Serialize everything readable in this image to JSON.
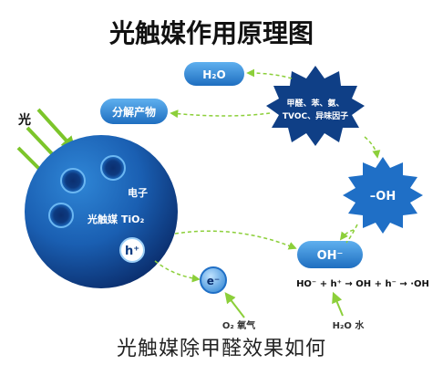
{
  "title": "光触媒作用原理图",
  "light_label": "光",
  "nodes": {
    "h2o_top": "H₂O",
    "decompose": "分解产物",
    "pollutants_line1": "甲醛、苯、氨、",
    "pollutants_line2": "TVOC、异味因子",
    "hydroxyl_radical": "–OH",
    "electron_label": "电子",
    "catalyst_label": "光触媒 TiO₂",
    "hole": "h⁺",
    "hydroxide": "OH⁻",
    "electron": "e⁻",
    "reaction": "HO⁻ + h⁺ → OH + h⁻ → ·OH",
    "o2_label": "O₂ 氧气",
    "h2o_bottom": "H₂O 水"
  },
  "caption": "光触媒除甲醛效果如何"
}
